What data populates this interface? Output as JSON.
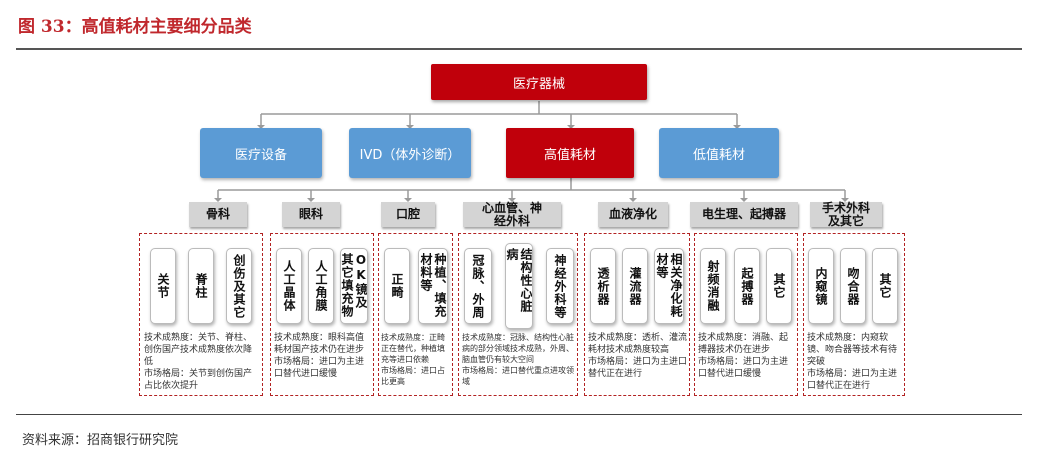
{
  "title": "图 33：高值耗材主要细分品类",
  "source": "资料来源：招商银行研究院",
  "root": "医疗器械",
  "level2": [
    "医疗设备",
    "IVD（体外诊断）",
    "高值耗材",
    "低值耗材"
  ],
  "categories": [
    {
      "name": "骨科",
      "items": [
        "关节",
        "脊柱",
        "创伤及其它"
      ],
      "desc": "技术成熟度：关节、脊柱、创伤国产技术成熟度依次降低\n市场格局：关节到创伤国产占比依次提升"
    },
    {
      "name": "眼科",
      "items": [
        "人工晶体",
        "人工角膜",
        "OK镜及其它填充物"
      ],
      "desc": "技术成熟度：眼科高值耗材国产技术仍在进步\n市场格局：进口为主进口替代进口缓慢"
    },
    {
      "name": "口腔",
      "items": [
        "正畸",
        "种植、填充材料等"
      ],
      "desc": "技术成熟度：正畸正在替代，种植填充等进口依赖\n市场格局：进口占比更高"
    },
    {
      "name": "心血管、神经外科",
      "items": [
        "冠脉、外周",
        "结构性心脏病",
        "神经外科等"
      ],
      "desc": "技术成熟度：冠脉、结构性心脏病的部分领域技术成熟，外周、脑血管仍有较大空间\n市场格局：进口替代重点进攻领域"
    },
    {
      "name": "血液净化",
      "items": [
        "透析器",
        "灌流器",
        "相关净化耗材等"
      ],
      "desc": "技术成熟度：透析、灌流耗材技术成熟度较高\n市场格局：进口为主进口替代正在进行"
    },
    {
      "name": "电生理、起搏器",
      "items": [
        "射频消融",
        "起搏器",
        "其它"
      ],
      "desc": "技术成熟度：消融、起搏器技术仍在进步\n市场格局：进口为主进口替代进口缓慢"
    },
    {
      "name": "手术外科及其它",
      "items": [
        "内窥镜",
        "吻合器",
        "其它"
      ],
      "desc": "技术成熟度：内窥软镜、吻合器等技术有待突破\n市场格局：进口为主进口替代正在进行"
    }
  ],
  "colors": {
    "accent_red": "#c0000b",
    "blue": "#5b9bd5",
    "title_red": "#c0282d"
  }
}
